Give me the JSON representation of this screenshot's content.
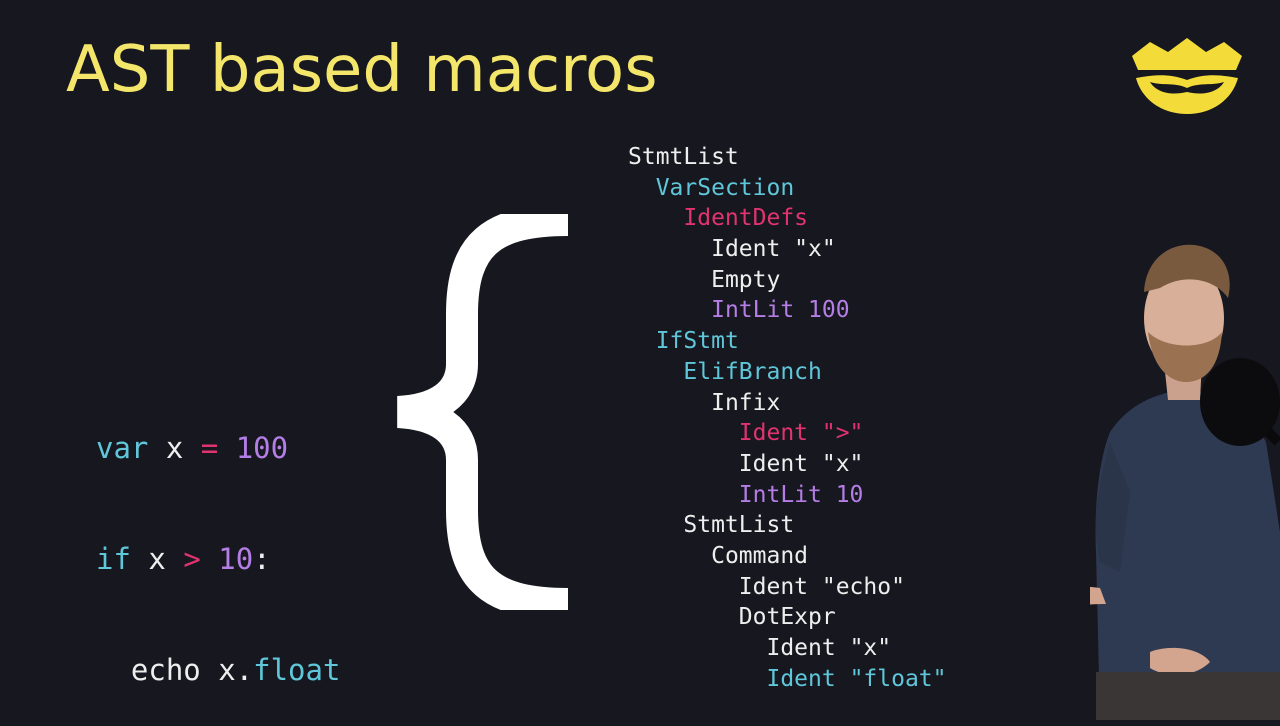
{
  "slide": {
    "title": "AST based macros"
  },
  "colors": {
    "background": "#16171f",
    "title": "#f3e66a",
    "keyword": "#5fc7d9",
    "operator": "#e0336f",
    "number": "#b57ee6",
    "text": "#eeeeee"
  },
  "code": {
    "line1": {
      "kw": "var",
      "name": " x ",
      "op": "=",
      "num": " 100"
    },
    "line2": {
      "kw": "if",
      "name": " x ",
      "op": ">",
      "num": " 10",
      "colon": ":"
    },
    "line3": {
      "indent": "  ",
      "cmd": "echo x.",
      "field": "float"
    }
  },
  "ast": {
    "nodes": [
      {
        "text": "StmtList",
        "depth": 0,
        "color": "white"
      },
      {
        "text": "VarSection",
        "depth": 1,
        "color": "cyan"
      },
      {
        "text": "IdentDefs",
        "depth": 2,
        "color": "pink"
      },
      {
        "text": "Ident \"x\"",
        "depth": 3,
        "color": "white"
      },
      {
        "text": "Empty",
        "depth": 3,
        "color": "white"
      },
      {
        "text": "IntLit 100",
        "depth": 3,
        "color": "purple"
      },
      {
        "text": "IfStmt",
        "depth": 1,
        "color": "cyan"
      },
      {
        "text": "ElifBranch",
        "depth": 2,
        "color": "cyan"
      },
      {
        "text": "Infix",
        "depth": 3,
        "color": "white"
      },
      {
        "text": "Ident \">\"",
        "depth": 4,
        "color": "pink"
      },
      {
        "text": "Ident \"x\"",
        "depth": 4,
        "color": "white"
      },
      {
        "text": "IntLit 10",
        "depth": 4,
        "color": "purple"
      },
      {
        "text": "StmtList",
        "depth": 2,
        "color": "white"
      },
      {
        "text": "Command",
        "depth": 3,
        "color": "white"
      },
      {
        "text": "Ident \"echo\"",
        "depth": 4,
        "color": "white"
      },
      {
        "text": "DotExpr",
        "depth": 4,
        "color": "white"
      },
      {
        "text": "Ident \"x\"",
        "depth": 5,
        "color": "white"
      },
      {
        "text": "Ident \"float\"",
        "depth": 5,
        "color": "cyan"
      }
    ]
  },
  "icons": {
    "logo": "crown-logo-icon",
    "brace": "curly-brace-icon"
  }
}
